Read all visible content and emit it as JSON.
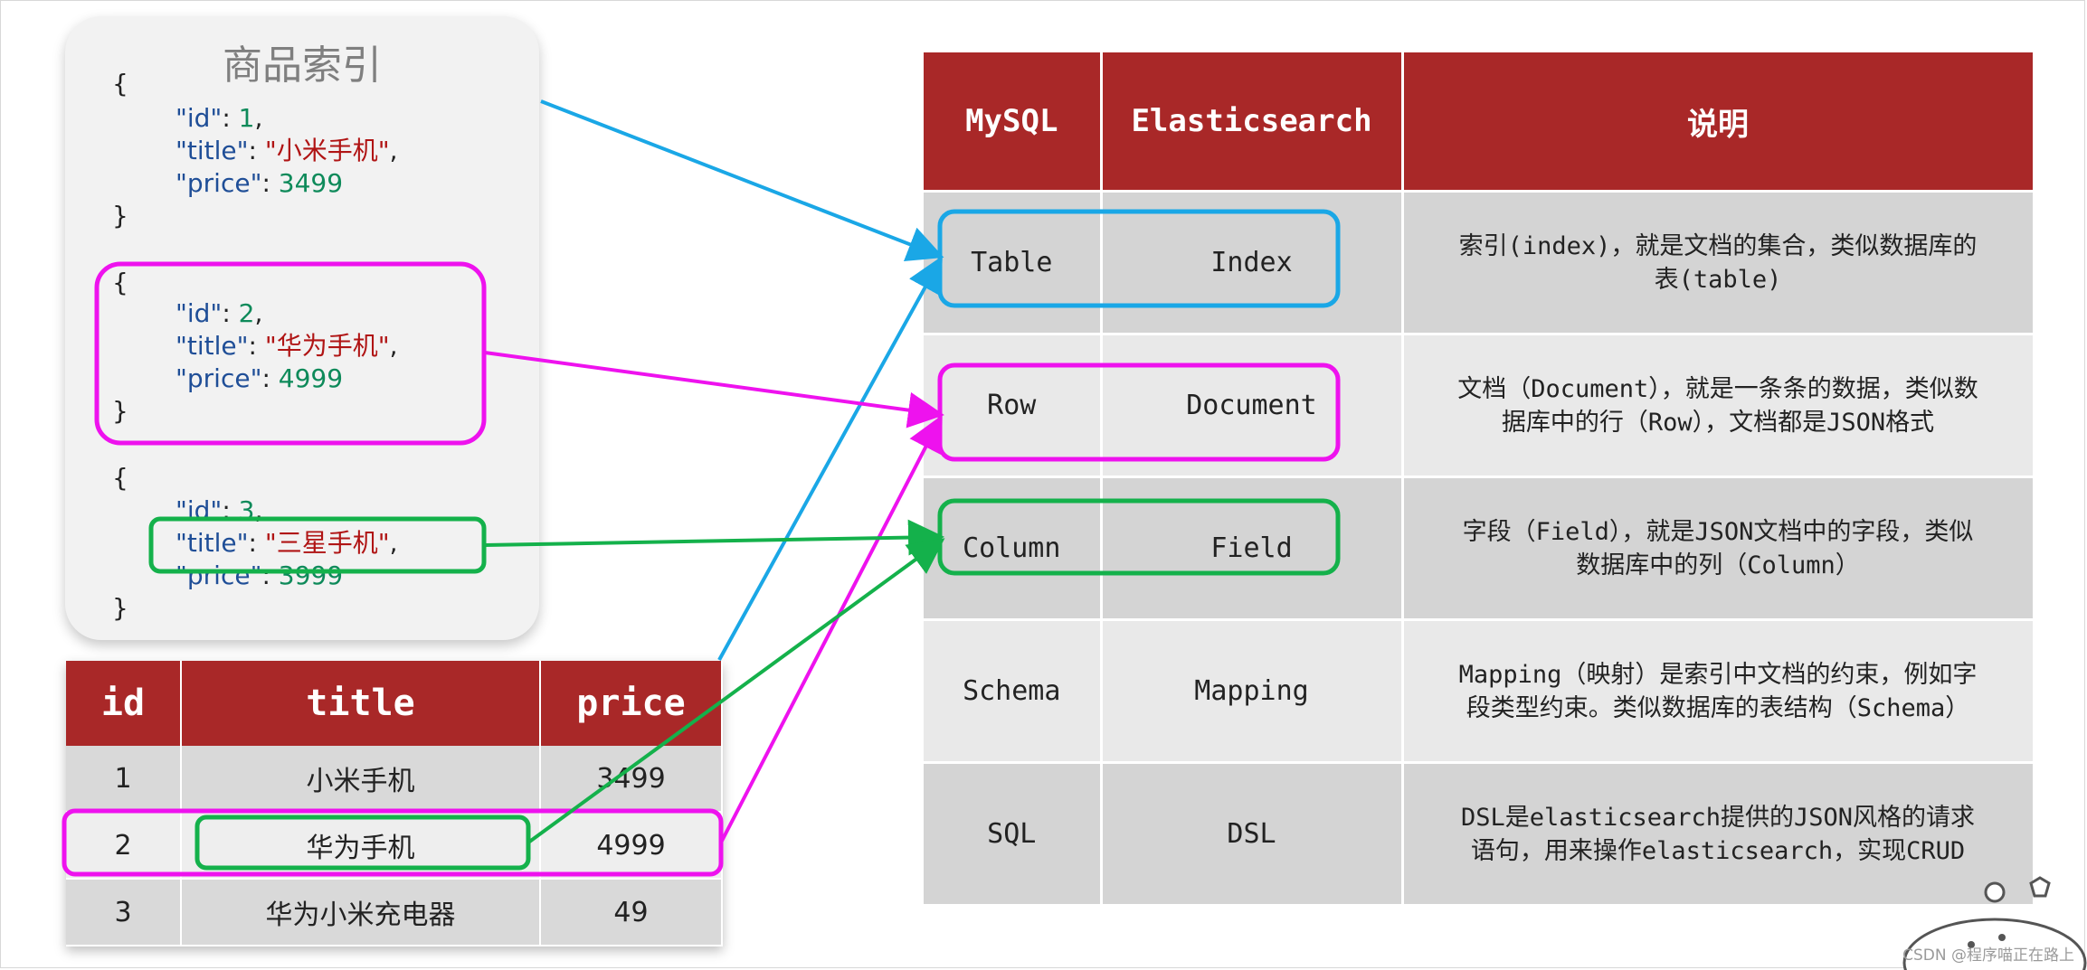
{
  "index_card": {
    "title": "商品索引",
    "documents": [
      {
        "open": "{",
        "k_id": "\"id\"",
        "v_id": "1",
        "k_title": "\"title\"",
        "v_title": "\"小米手机\"",
        "k_price": "\"price\"",
        "v_price": "3499",
        "close": "}"
      },
      {
        "open": "{",
        "k_id": "\"id\"",
        "v_id": "2",
        "k_title": "\"title\"",
        "v_title": "\"华为手机\"",
        "k_price": "\"price\"",
        "v_price": "4999",
        "close": "}"
      },
      {
        "open": "{",
        "k_id": "\"id\"",
        "v_id": "3",
        "k_title": "\"title\"",
        "v_title": "\"三星手机\"",
        "k_price": "\"price\"",
        "v_price": "3999",
        "close": "}"
      }
    ]
  },
  "mysql_table": {
    "headers": [
      "id",
      "title",
      "price"
    ],
    "rows": [
      [
        "1",
        "小米手机",
        "3499"
      ],
      [
        "2",
        "华为手机",
        "4999"
      ],
      [
        "3",
        "华为小米充电器",
        "49"
      ]
    ]
  },
  "comparison_table": {
    "headers": [
      "MySQL",
      "Elasticsearch",
      "说明"
    ],
    "rows": [
      {
        "mysql": "Table",
        "es": "Index",
        "desc_1": "索引(index)，就是文档的集合，类似数据库的",
        "desc_2": "表(table)"
      },
      {
        "mysql": "Row",
        "es": "Document",
        "desc_1": "文档（Document），就是一条条的数据，类似数",
        "desc_2": "据库中的行（Row），文档都是JSON格式"
      },
      {
        "mysql": "Column",
        "es": "Field",
        "desc_1": "字段（Field），就是JSON文档中的字段，类似",
        "desc_2": "数据库中的列（Column）"
      },
      {
        "mysql": "Schema",
        "es": "Mapping",
        "desc_1": "Mapping（映射）是索引中文档的约束，例如字",
        "desc_2": "段类型约束。类似数据库的表结构（Schema）"
      },
      {
        "mysql": "SQL",
        "es": "DSL",
        "desc_1": "DSL是elasticsearch提供的JSON风格的请求",
        "desc_2": "语句，用来操作elasticsearch，实现CRUD"
      }
    ]
  },
  "colors": {
    "header_red": "#a92828",
    "table_link_blue": "#1aa7e6",
    "row_link_magenta": "#ee12ee",
    "field_link_green": "#14b14b"
  },
  "watermark": "CSDN @程序喵正在路上"
}
